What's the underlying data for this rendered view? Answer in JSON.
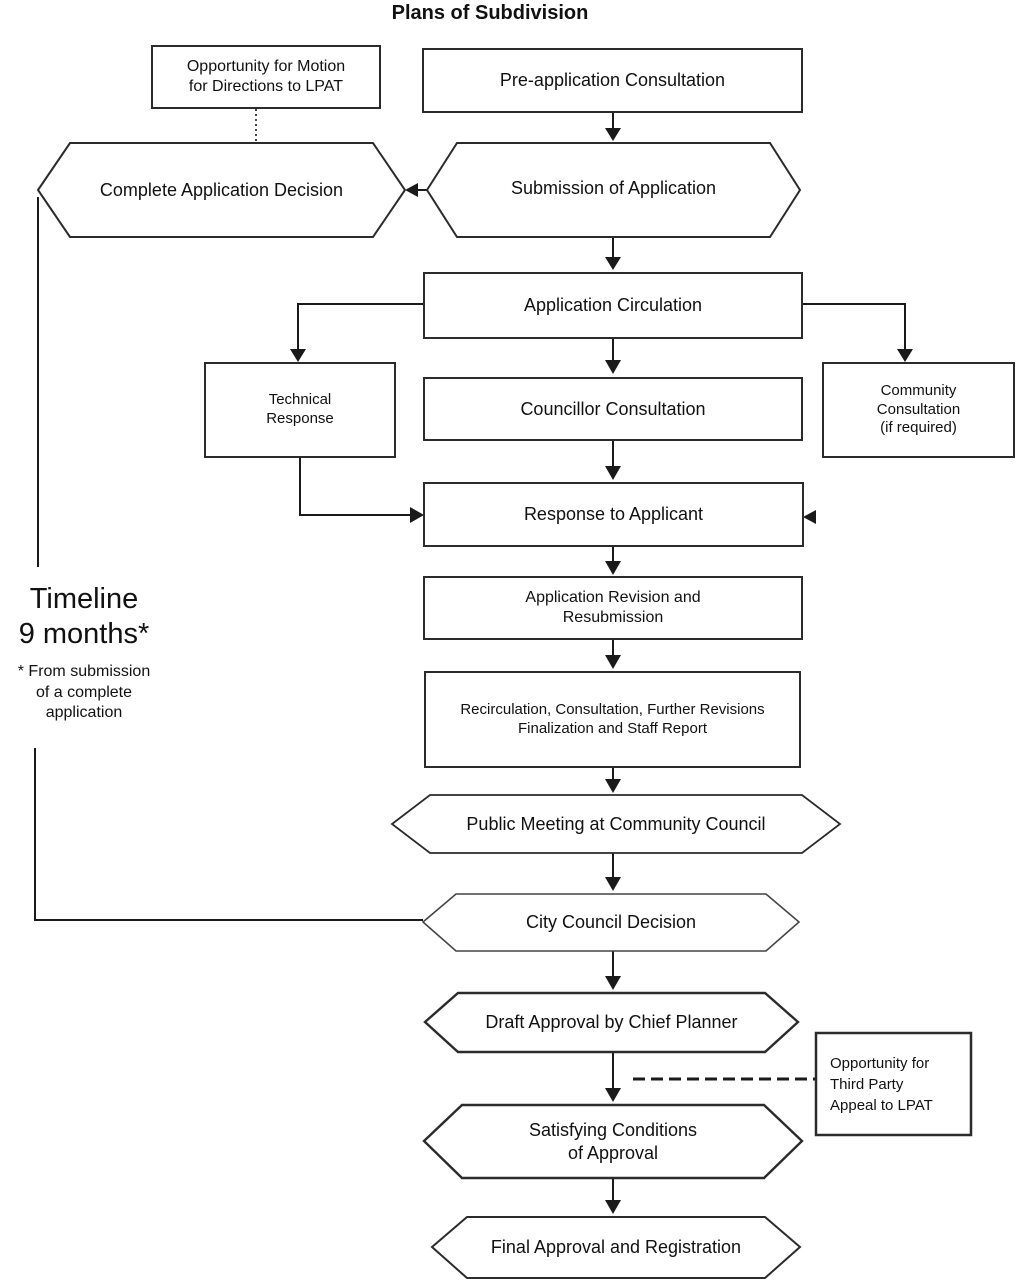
{
  "title": "Plans of Subdivision",
  "nodes": {
    "opportunity_motion": {
      "shape": "rect",
      "label": "Opportunity for Motion\nfor Directions to LPAT"
    },
    "pre_application": {
      "shape": "rect",
      "label": "Pre-application Consultation"
    },
    "complete_application": {
      "shape": "hexagon",
      "label": "Complete Application Decision"
    },
    "submission": {
      "shape": "hexagon",
      "label": "Submission of Application"
    },
    "application_circulation": {
      "shape": "rect",
      "label": "Application Circulation"
    },
    "technical_response": {
      "shape": "rect",
      "label": "Technical\nResponse"
    },
    "councillor_consultation": {
      "shape": "rect",
      "label": "Councillor Consultation"
    },
    "community_consultation": {
      "shape": "rect",
      "label": "Community\nConsultation\n(if required)"
    },
    "response_applicant": {
      "shape": "rect",
      "label": "Response to Applicant"
    },
    "application_revision": {
      "shape": "rect",
      "label": "Application Revision and\nResubmission"
    },
    "recirculation": {
      "shape": "rect",
      "label": "Recirculation, Consultation, Further Revisions\nFinalization and Staff Report"
    },
    "public_meeting": {
      "shape": "hexagon",
      "label": "Public Meeting at Community Council"
    },
    "city_council": {
      "shape": "hexagon",
      "label": "City Council Decision"
    },
    "draft_approval": {
      "shape": "hexagon",
      "label": "Draft Approval by Chief Planner"
    },
    "opportunity_appeal": {
      "shape": "rect",
      "label": "Opportunity for\nThird Party\nAppeal to LPAT"
    },
    "satisfying_conditions": {
      "shape": "hexagon",
      "label": "Satisfying Conditions\nof Approval"
    },
    "final_approval": {
      "shape": "hexagon",
      "label": "Final Approval and Registration"
    }
  },
  "timeline": {
    "heading": "Timeline\n9 months*",
    "note": "* From submission\nof a complete\napplication"
  },
  "colors": {
    "shape_stroke": "#2b2b2b",
    "arrow": "#1a1a1a",
    "text": "#111111",
    "background": "#ffffff"
  }
}
